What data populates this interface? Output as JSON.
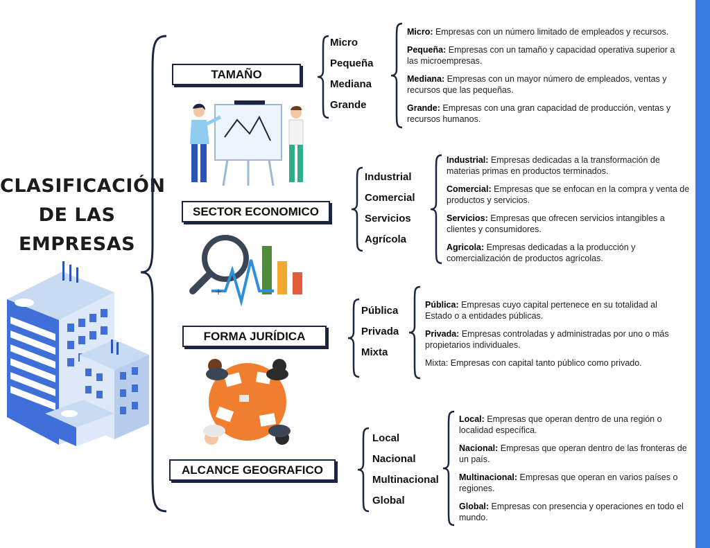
{
  "title": {
    "line1": "CLASIFICACIÓN",
    "line2": "DE LAS",
    "line3": "EMPRESAS"
  },
  "colors": {
    "accent_bar": "#3b7ae0",
    "box_border": "#1b2440"
  },
  "categories": [
    {
      "label": "TAMAÑO",
      "items": [
        "Micro",
        "Pequeña",
        "Mediana",
        "Grande"
      ],
      "descriptions": [
        {
          "term": "Micro:",
          "text": " Empresas con un número limitado de empleados y recursos."
        },
        {
          "term": "Pequeña:",
          "text": " Empresas con un tamaño y capacidad operativa superior a las microempresas."
        },
        {
          "term": "Mediana:",
          "text": " Empresas con un mayor número de empleados, ventas y recursos que las pequeñas."
        },
        {
          "term": "Grande:",
          "text": " Empresas con una gran capacidad de producción, ventas y recursos humanos."
        }
      ]
    },
    {
      "label": "SECTOR ECONOMICO",
      "items": [
        "Industrial",
        "Comercial",
        "Servicios",
        "Agrícola"
      ],
      "descriptions": [
        {
          "term": "Industrial:",
          "text": " Empresas dedicadas a la transformación de materias primas en productos terminados."
        },
        {
          "term": "Comercial:",
          "text": " Empresas que se enfocan en la compra y venta de productos y servicios."
        },
        {
          "term": "Servicios:",
          "text": " Empresas que ofrecen servicios intangibles a clientes y consumidores."
        },
        {
          "term": "Agricola:",
          "text": " Empresas dedicadas a la producción y comercialización de productos agrícolas."
        }
      ]
    },
    {
      "label": "FORMA JURÍDICA",
      "items": [
        "Pública",
        "Privada",
        "Mixta"
      ],
      "descriptions": [
        {
          "term": "Pública:",
          "text": " Empresas cuyo capital pertenece en su totalidad al Estado o a entidades públicas."
        },
        {
          "term": "Privada:",
          "text": " Empresas controladas y administradas por uno o más propietarios individuales."
        },
        {
          "term": "",
          "text": "Mixta: Empresas con capital tanto público como privado."
        }
      ]
    },
    {
      "label": "ALCANCE GEOGRAFICO",
      "items": [
        "Local",
        "Nacional",
        "Multinacional",
        "Global"
      ],
      "descriptions": [
        {
          "term": "Local:",
          "text": " Empresas que operan dentro de una región o localidad específica."
        },
        {
          "term": "Nacional:",
          "text": " Empresas que operan dentro de las fronteras de un país."
        },
        {
          "term": "Multinacional:",
          "text": " Empresas que operan en varios países o regiones."
        },
        {
          "term": "Global:",
          "text": " Empresas con presencia y operaciones en todo el mundo."
        }
      ]
    }
  ]
}
